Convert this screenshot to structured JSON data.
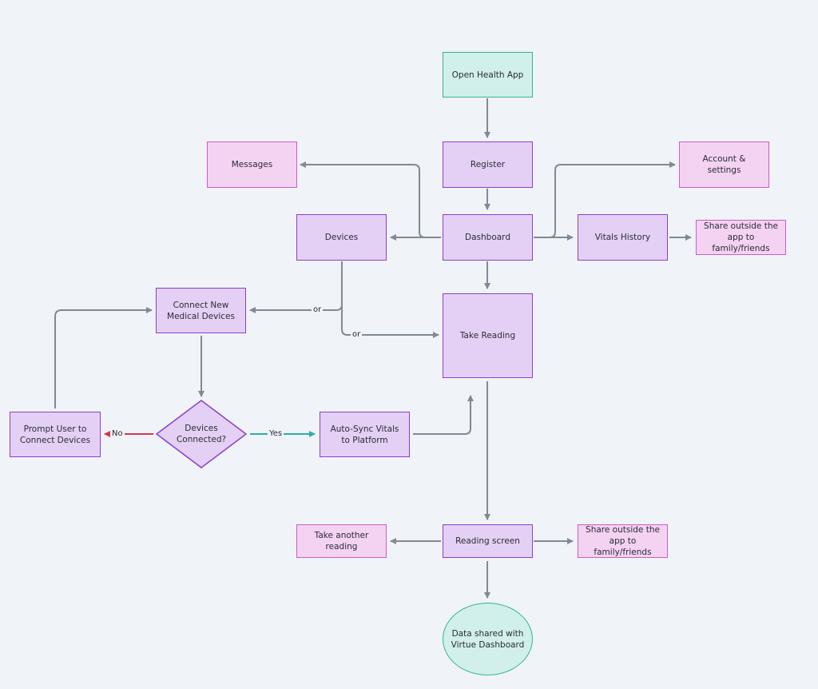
{
  "nodes": {
    "open_app": "Open Health App",
    "register": "Register",
    "messages": "Messages",
    "account_settings": "Account & settings",
    "dashboard": "Dashboard",
    "devices": "Devices",
    "vitals_history": "Vitals History",
    "share_vitals": "Share outside the app to family/friends",
    "connect_devices": "Connect New Medical Devices",
    "take_reading": "Take Reading",
    "prompt_user": "Prompt User to Connect Devices",
    "devices_connected": "Devices Connected?",
    "auto_sync": "Auto-Sync Vitals to Platform",
    "take_another": "Take another reading",
    "reading_screen": "Reading screen",
    "share_reading": "Share outside the app to family/friends",
    "data_shared": "Data shared with Virtue Dashboard"
  },
  "edge_labels": {
    "or_connect": "or",
    "or_take": "or",
    "no": "No",
    "yes": "Yes"
  },
  "colors": {
    "process_fill": "#e4d0f4",
    "process_stroke": "#8a3fcf",
    "pink_fill": "#f4d2f2",
    "pink_stroke": "#cc5ccc",
    "terminal_fill": "#d1efeb",
    "terminal_stroke": "#35b3a0",
    "edge": "#7f8a96",
    "no_edge": "#d5384d",
    "yes_edge": "#2ab0a8"
  }
}
